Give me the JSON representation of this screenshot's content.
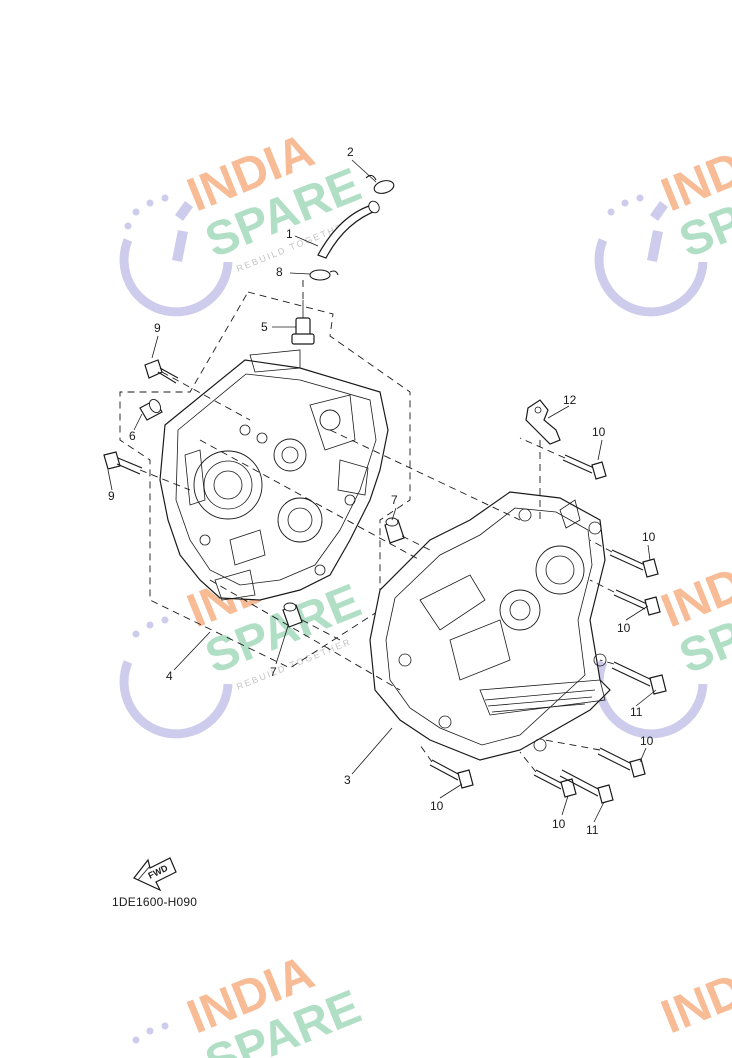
{
  "watermark": {
    "line1": "INDIA",
    "line2": "SPARE",
    "tagline": "REBUILD TOGETHER",
    "color_primary": "#f7b58a",
    "color_secondary": "#a9dcc0",
    "color_logo": "#c9c7ea"
  },
  "callouts": {
    "c1": "1",
    "c2": "2",
    "c3": "3",
    "c4": "4",
    "c5": "5",
    "c6": "6",
    "c7a": "7",
    "c7b": "7",
    "c8": "8",
    "c9a": "9",
    "c9b": "9",
    "c10a": "10",
    "c10b": "10",
    "c10c": "10",
    "c10d": "10",
    "c10e": "10",
    "c10f": "10",
    "c11a": "11",
    "c11b": "11",
    "c12": "12"
  },
  "fwd_label": "FWD",
  "diagram_code": "1DE1600-H090"
}
